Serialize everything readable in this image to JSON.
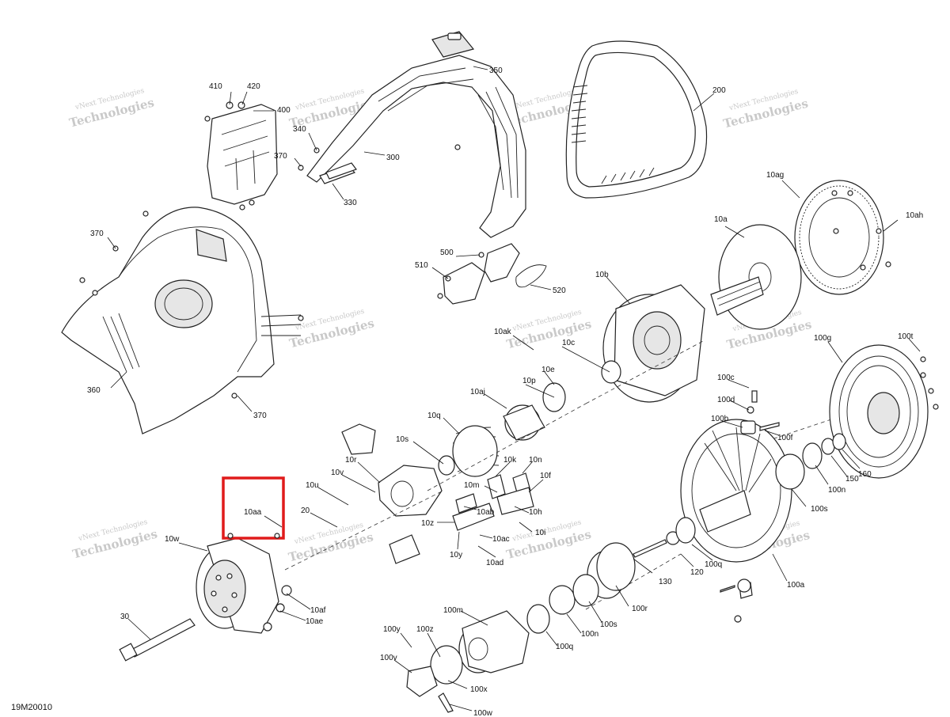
{
  "diagram": {
    "drawing_code": "19M20010",
    "watermark": {
      "line1": "vNext Technologies",
      "line2": "Technologies"
    },
    "highlighted_callout": "10aa",
    "callouts": {
      "c350": "350",
      "c200": "200",
      "c410": "410",
      "c420": "420",
      "c400": "400",
      "c340": "340",
      "c370a": "370",
      "c300": "300",
      "c330": "330",
      "c10ag": "10ag",
      "c10ah": "10ah",
      "c10a": "10a",
      "c370b": "370",
      "c500": "500",
      "c510": "510",
      "c520": "520",
      "c10b": "10b",
      "c360": "360",
      "c370c": "370",
      "c10ak": "10ak",
      "c10c": "10c",
      "c10e": "10e",
      "c10p": "10p",
      "c10aj": "10aj",
      "c100g": "100g",
      "c100t": "100t",
      "c100c": "100c",
      "c100d": "100d",
      "c100b": "100b",
      "c100f": "100f",
      "c10q": "10q",
      "c10s": "10s",
      "c10r": "10r",
      "c10k": "10k",
      "c10n": "10n",
      "c10f": "10f",
      "c10v": "10v",
      "c10u": "10u",
      "c10m": "10m",
      "c10aa": "10aa",
      "c20": "20",
      "c10ab": "10ab",
      "c10h": "10h",
      "c10z": "10z",
      "c10i": "10i",
      "c10ac": "10ac",
      "c10y": "10y",
      "c10ad": "10ad",
      "c10w": "10w",
      "c130": "130",
      "c120": "120",
      "c100q_a": "100q",
      "c100s_a": "100s",
      "c100n_a": "100n",
      "c150": "150",
      "c160": "160",
      "c100a": "100a",
      "c10af": "10af",
      "c10ae": "10ae",
      "c30": "30",
      "c100r": "100r",
      "c100m": "100m",
      "c100s_b": "100s",
      "c100n_b": "100n",
      "c100q_b": "100q",
      "c100y": "100y",
      "c100z": "100z",
      "c100v": "100v",
      "c100x": "100x",
      "c100w": "100w"
    }
  }
}
